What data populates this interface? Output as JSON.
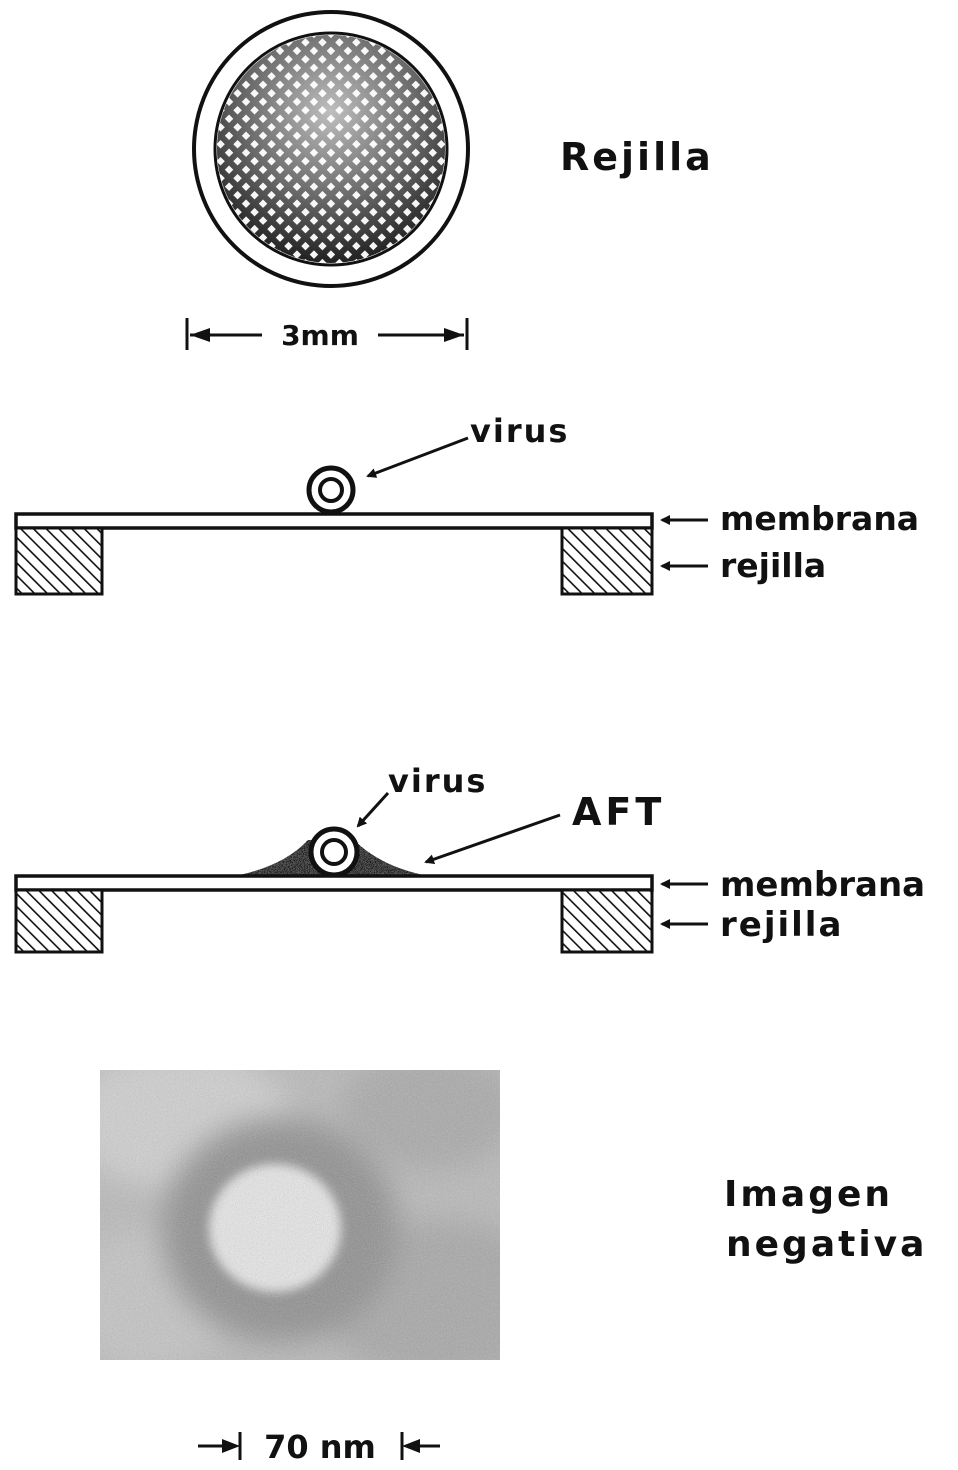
{
  "grid_section": {
    "label": "Rejilla",
    "scale_label": "3mm"
  },
  "section_mounted": {
    "virus_label": "virus",
    "membrane_label": "membrana",
    "grid_label": "rejilla"
  },
  "section_stained": {
    "virus_label": "virus",
    "stain_label": "AFT",
    "membrane_label": "membrana",
    "grid_label": "rejilla"
  },
  "micrograph_section": {
    "label_line1": "Imagen",
    "label_line2": "negativa",
    "scale_label": "70 nm"
  },
  "colors": {
    "ink": "#111111",
    "background": "#ffffff"
  }
}
